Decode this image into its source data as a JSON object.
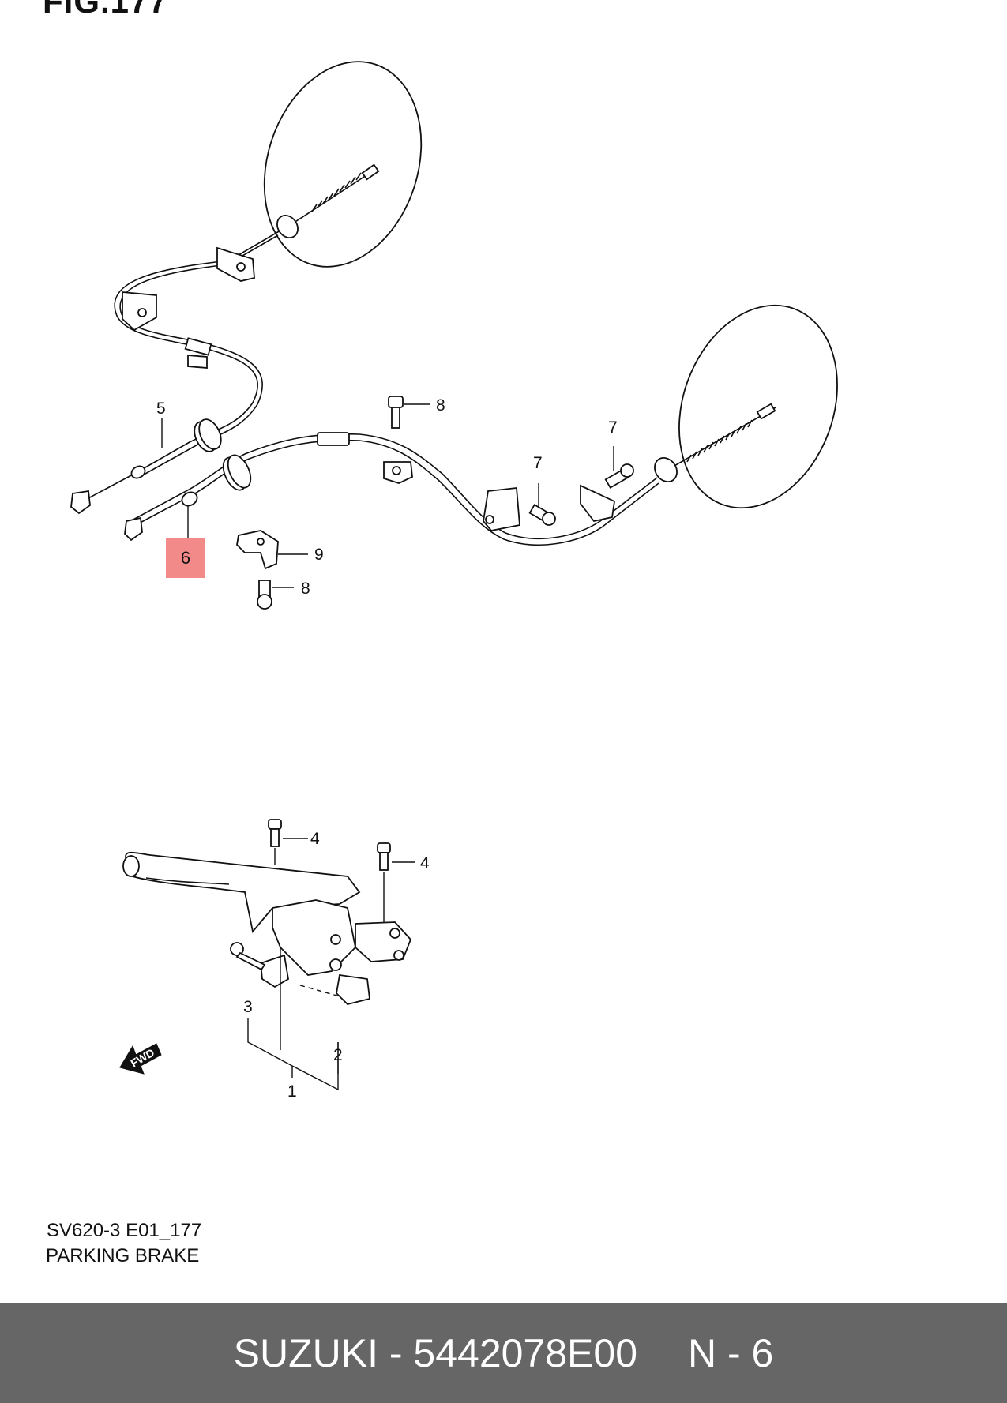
{
  "header": {
    "figure_label": "FIG.177"
  },
  "callouts": {
    "c1": "1",
    "c2": "2",
    "c3": "3",
    "c4a": "4",
    "c4b": "4",
    "c5": "5",
    "c6": "6",
    "c7a": "7",
    "c7b": "7",
    "c8a": "8",
    "c8b": "8",
    "c9": "9"
  },
  "fwd_label": "FWD",
  "diagram_code": "SV620-3 E01_177",
  "diagram_title": "PARKING BRAKE",
  "footer": {
    "part_text": "SUZUKI - 5442078E00",
    "ref_text": "N - 6"
  },
  "colors": {
    "highlight": "#f28a8a",
    "footer_bg": "#666666",
    "footer_text": "#ffffff"
  }
}
